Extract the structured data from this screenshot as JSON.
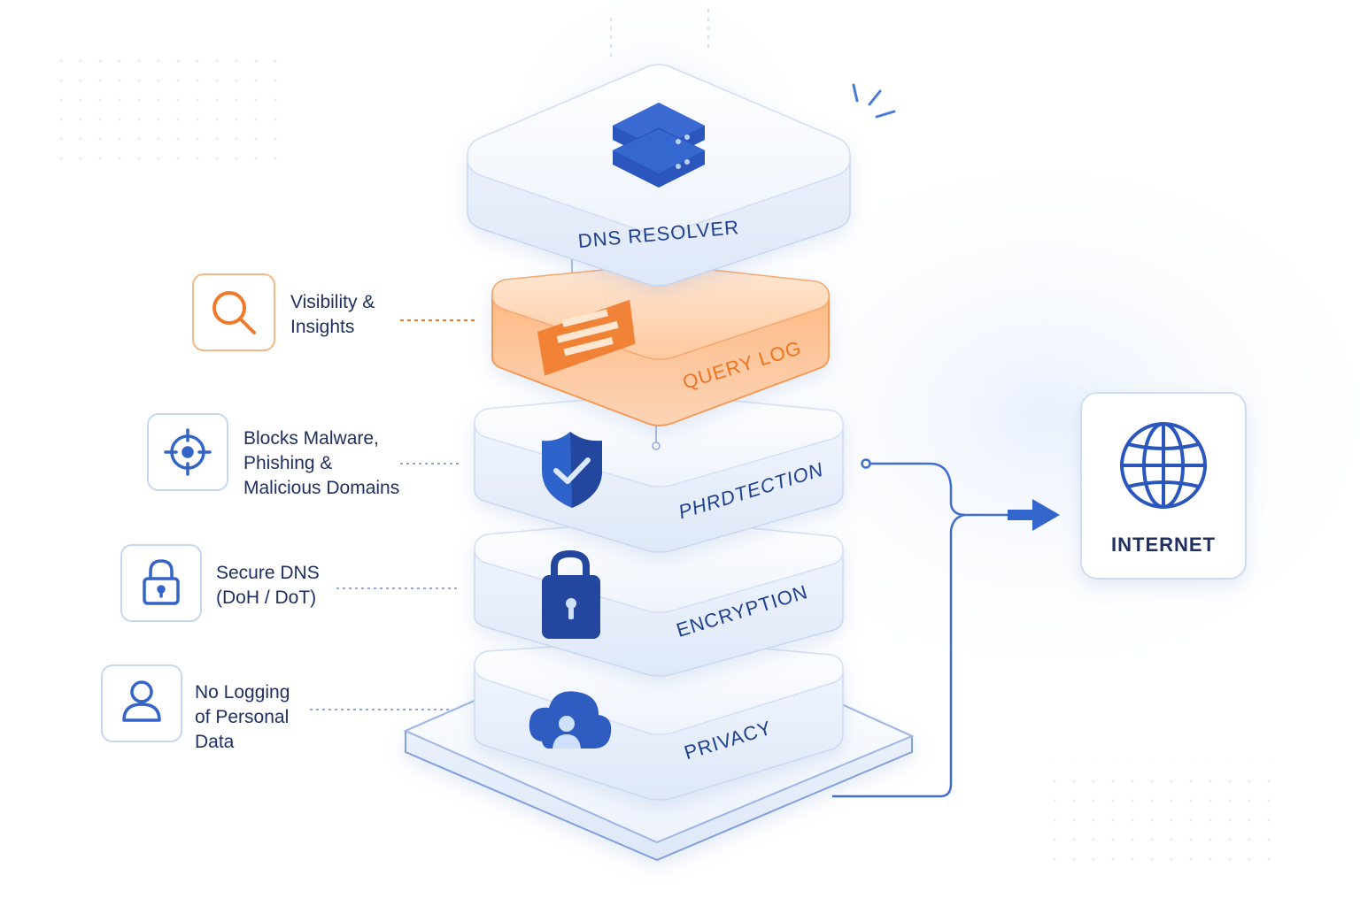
{
  "layers": {
    "resolver": {
      "label": "DNS RESOLVER",
      "icon": "server-icon"
    },
    "query_log": {
      "label": "QUERY LOG",
      "icon": "document-icon"
    },
    "protection": {
      "label": "PHRDTECTION",
      "icon": "shield-check-icon"
    },
    "encryption": {
      "label": "ENCRYPTION",
      "icon": "padlock-icon"
    },
    "privacy": {
      "label": "PRIVACY",
      "icon": "cloud-user-icon"
    }
  },
  "features": [
    {
      "icon": "magnifier-icon",
      "lines": [
        "Visibility &",
        "Insights"
      ]
    },
    {
      "icon": "crosshair-icon",
      "lines": [
        "Blocks Malware,",
        "Phishing &",
        "Malicious Domains"
      ]
    },
    {
      "icon": "lock-icon",
      "lines": [
        "Secure DNS",
        "(DoH / DoT)"
      ]
    },
    {
      "icon": "user-icon",
      "lines": [
        "No Logging",
        "of Personal",
        "Data"
      ]
    }
  ],
  "internet": {
    "label": "INTERNET",
    "icon": "globe-icon"
  },
  "colors": {
    "accent_blue": "#2f5fc4",
    "dark_blue": "#1f3f8f",
    "accent_orange": "#f07a2a",
    "card_border": "#cfdcf2",
    "layer_face": "#f6f9ff"
  }
}
